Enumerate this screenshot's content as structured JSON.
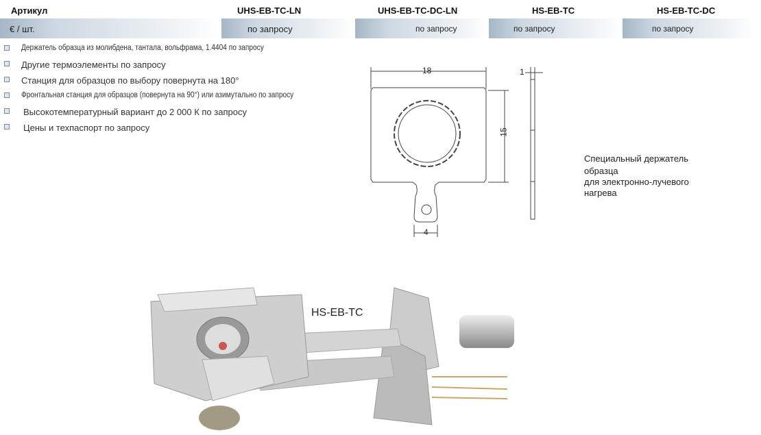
{
  "table": {
    "header_label": "Артикул",
    "price_label": "€ / шт.",
    "columns": [
      {
        "name": "UHS-EB-TC-LN",
        "price": "по запросу"
      },
      {
        "name": "UHS-EB-TC-DC-LN",
        "price": "по запросу"
      },
      {
        "name": "HS-EB-TC",
        "price": "по запросу"
      },
      {
        "name": "HS-EB-TC-DC",
        "price": "по запросу"
      }
    ]
  },
  "features": [
    "Держатель образца из молибдена, тантала, вольфрама, 1.4404 по запросу",
    "Другие термоэлементы по запросу",
    "Станция для образцов по выбору повернута на 180°",
    "Фронтальная станция для образцов (повернута на 90°) или азимутально по запросу",
    "Высокотемпературный вариант до 2 000 К по запросу",
    "Цены и техпаспорт по запросу"
  ],
  "drawing": {
    "dim_width": "18",
    "dim_height": "15",
    "dim_tab": "4",
    "dim_thickness": "1"
  },
  "caption": [
    "Специальный держатель",
    "образца",
    "для электронно-лучевого",
    "нагрева"
  ],
  "photo_label": "HS-EB-TC"
}
